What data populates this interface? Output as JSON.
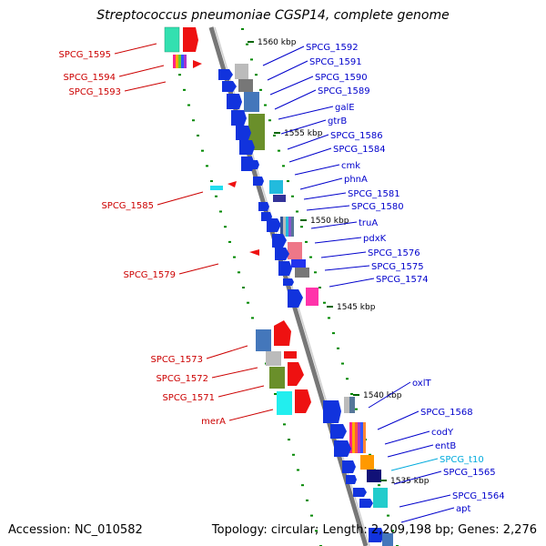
{
  "title": "Streptococcus pneumoniae CGSP14, complete genome",
  "footer": {
    "accession": "Accession: NC_010582",
    "topology": "Topology: circular; Length: 2,209,198 bp; Genes: 2,276"
  },
  "colors": {
    "forward_label": "#0000cc",
    "reverse_label": "#cc0000",
    "rna_label": "#00aadd",
    "ruler": "#888888",
    "dots": "#008800"
  },
  "kbp_ticks": [
    {
      "label": "1560 kbp"
    },
    {
      "label": "1555 kbp"
    },
    {
      "label": "1550 kbp"
    },
    {
      "label": "1545 kbp"
    },
    {
      "label": "1540 kbp"
    },
    {
      "label": "1535 kbp"
    }
  ],
  "right_labels": [
    {
      "text": "SPCG_1592"
    },
    {
      "text": "SPCG_1591"
    },
    {
      "text": "SPCG_1590"
    },
    {
      "text": "SPCG_1589"
    },
    {
      "text": "galE"
    },
    {
      "text": "gtrB"
    },
    {
      "text": "SPCG_1586"
    },
    {
      "text": "SPCG_1584"
    },
    {
      "text": "cmk"
    },
    {
      "text": "phnA"
    },
    {
      "text": "SPCG_1581"
    },
    {
      "text": "SPCG_1580"
    },
    {
      "text": "truA"
    },
    {
      "text": "pdxK"
    },
    {
      "text": "SPCG_1576"
    },
    {
      "text": "SPCG_1575"
    },
    {
      "text": "SPCG_1574"
    },
    {
      "text": "oxlT"
    },
    {
      "text": "SPCG_1568"
    },
    {
      "text": "codY"
    },
    {
      "text": "entB"
    },
    {
      "text": "SPCG_t10"
    },
    {
      "text": "SPCG_1565"
    },
    {
      "text": "SPCG_1564"
    },
    {
      "text": "apt"
    }
  ],
  "left_labels": [
    {
      "text": "SPCG_1595"
    },
    {
      "text": "SPCG_1594"
    },
    {
      "text": "SPCG_1593"
    },
    {
      "text": "SPCG_1585"
    },
    {
      "text": "SPCG_1579"
    },
    {
      "text": "SPCG_1573"
    },
    {
      "text": "SPCG_1572"
    },
    {
      "text": "SPCG_1571"
    },
    {
      "text": "merA"
    }
  ]
}
